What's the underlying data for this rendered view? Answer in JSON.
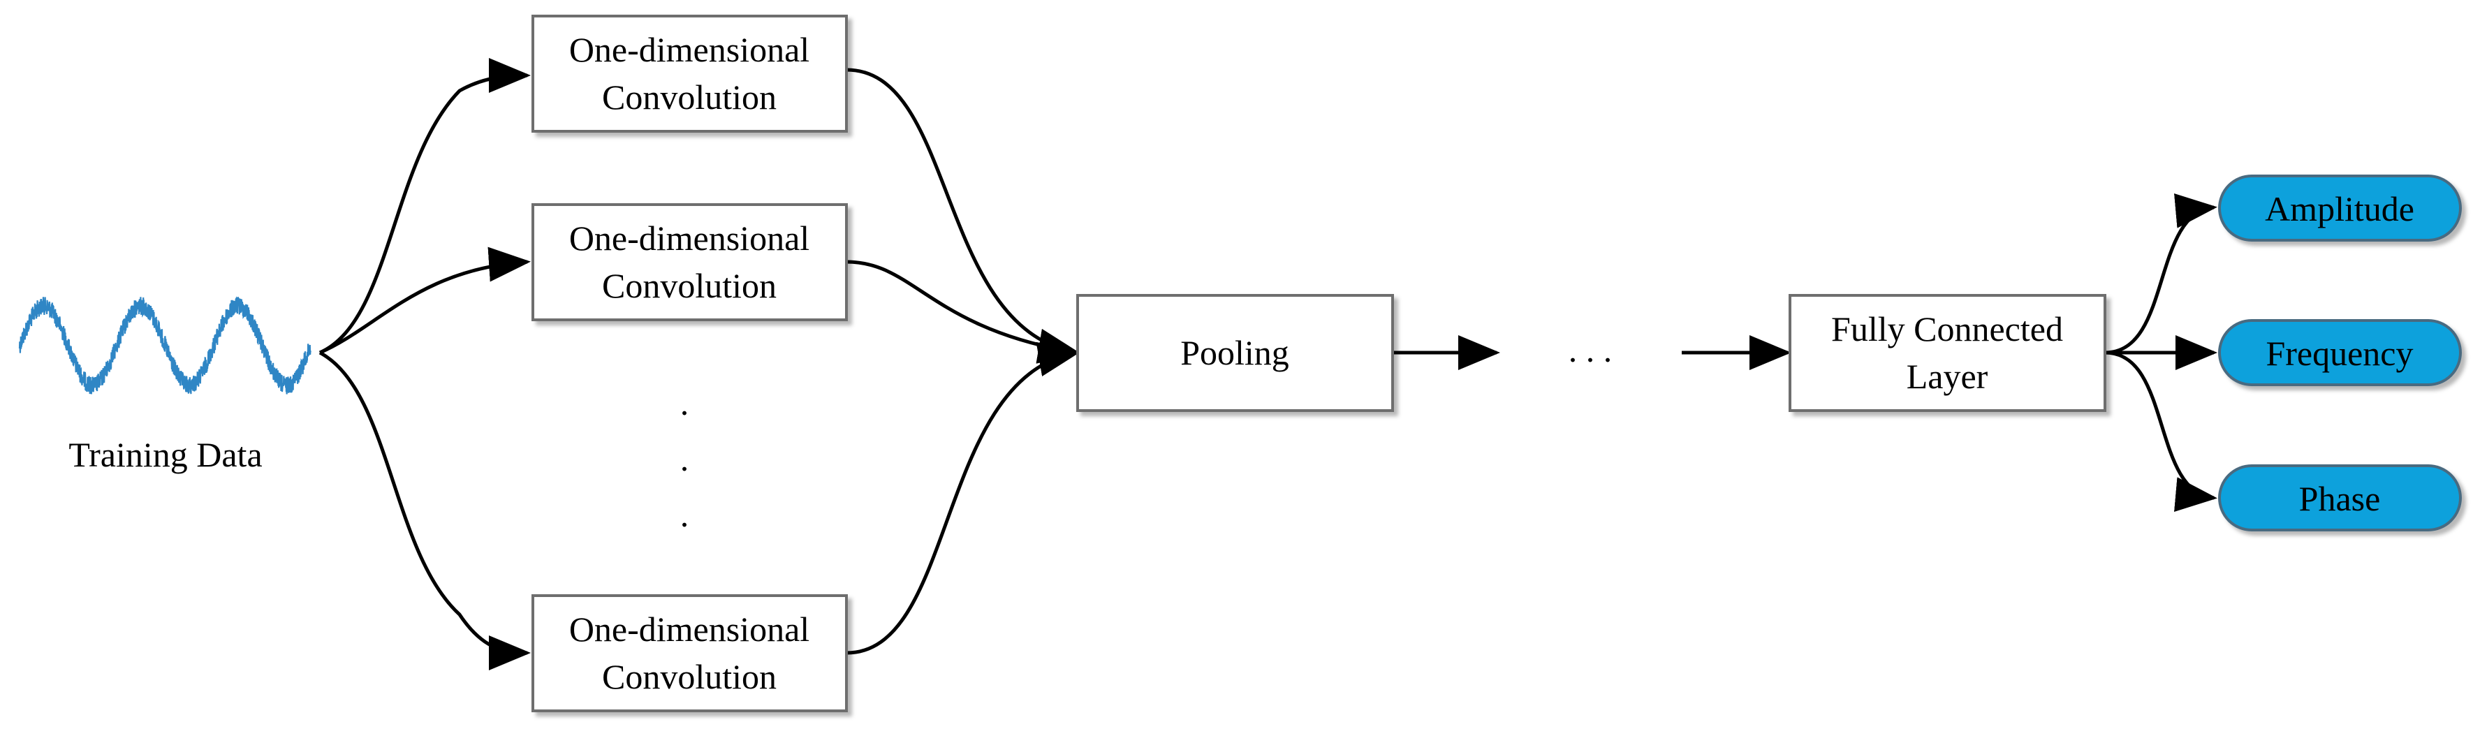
{
  "input": {
    "label": "Training Data",
    "signal_icon": "noisy-sine-wave-icon"
  },
  "convolutions": [
    {
      "line1": "One-dimensional",
      "line2": "Convolution"
    },
    {
      "line1": "One-dimensional",
      "line2": "Convolution"
    },
    {
      "line1": "One-dimensional",
      "line2": "Convolution"
    }
  ],
  "vertical_ellipsis": ".",
  "pooling": {
    "label": "Pooling"
  },
  "horizontal_ellipsis": ". . .",
  "fully_connected": {
    "line1": "Fully Connected",
    "line2": "Layer"
  },
  "outputs": [
    {
      "label": "Amplitude"
    },
    {
      "label": "Frequency"
    },
    {
      "label": "Phase"
    }
  ],
  "colors": {
    "output_fill": "#0ea1dc",
    "signal": "#2f86c5",
    "box_border": "#6e6e6e",
    "arrow": "#000000"
  }
}
